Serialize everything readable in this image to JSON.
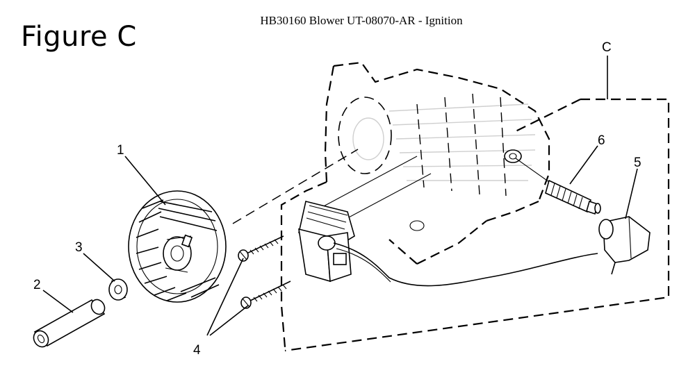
{
  "header": {
    "figure_label": "Figure C",
    "title": "HB30160 Blower UT-08070-AR - Ignition"
  },
  "callouts": {
    "c1": "1",
    "c2": "2",
    "c3": "3",
    "c4": "4",
    "c5": "5",
    "c6": "6",
    "cC": "C"
  }
}
